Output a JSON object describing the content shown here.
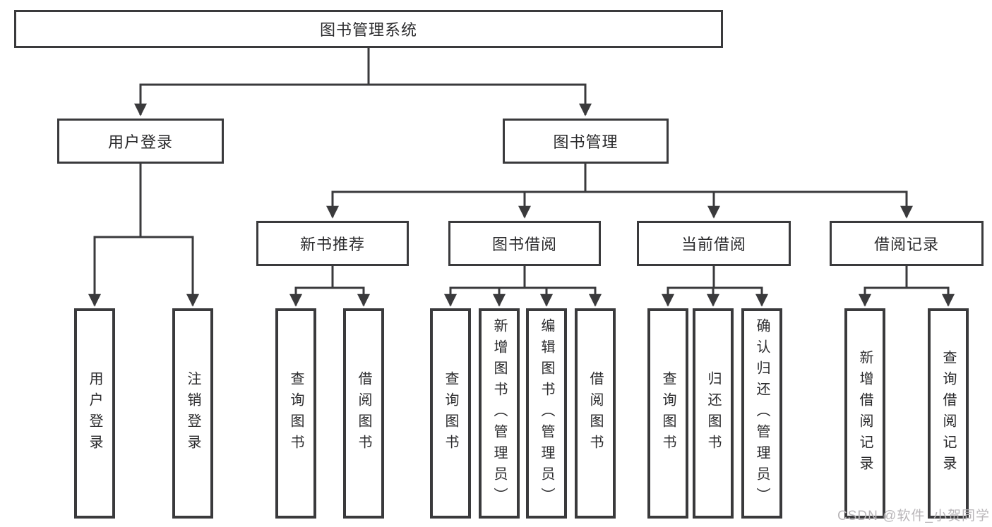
{
  "colors": {
    "line": "#3a3a3c",
    "box_fill": "#ffffff",
    "text": "#2b2b2d",
    "watermark": "#b9b6b9"
  },
  "tree": {
    "root": {
      "label": "图书管理系统"
    },
    "branches": [
      {
        "label": "用户登录",
        "children": [
          {
            "label": "用户登录"
          },
          {
            "label": "注销登录"
          }
        ]
      },
      {
        "label": "图书管理",
        "sections": [
          {
            "label": "新书推荐",
            "children": [
              {
                "label": "查询图书"
              },
              {
                "label": "借阅图书"
              }
            ]
          },
          {
            "label": "图书借阅",
            "children": [
              {
                "label": "查询图书"
              },
              {
                "label": "新增图书（管理员）"
              },
              {
                "label": "编辑图书（管理员）"
              },
              {
                "label": "借阅图书"
              }
            ]
          },
          {
            "label": "当前借阅",
            "children": [
              {
                "label": "查询图书"
              },
              {
                "label": "归还图书"
              },
              {
                "label": "确认归还（管理员）"
              }
            ]
          },
          {
            "label": "借阅记录",
            "children": [
              {
                "label": "新增借阅记录"
              },
              {
                "label": "查询借阅记录"
              }
            ]
          }
        ]
      }
    ]
  },
  "watermark": {
    "text": "CSDN @软件_小贺同学"
  }
}
